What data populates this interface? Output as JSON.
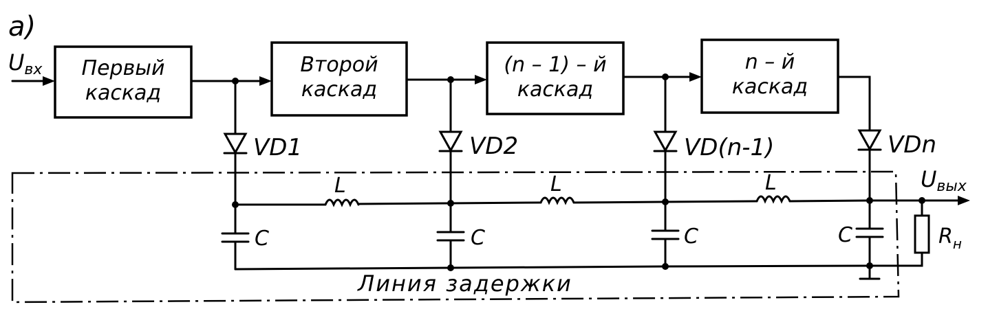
{
  "figure_label": "a)",
  "input_label": "U",
  "input_sub": "вх",
  "output_label": "U",
  "output_sub": "вых",
  "stages": [
    {
      "line1": "Первый",
      "line2": "каскад"
    },
    {
      "line1": "Второй",
      "line2": "каскад"
    },
    {
      "line1": "(n – 1) – й",
      "line2": "каскад"
    },
    {
      "line1": "n – й",
      "line2": "каскад"
    }
  ],
  "diodes": [
    "VD1",
    "VD2",
    "VD(n-1)",
    "VDn"
  ],
  "inductor_label": "L",
  "capacitor_label": "C",
  "resistor_label": "R",
  "resistor_sub": "н",
  "delay_line_label": "Линия задержки"
}
